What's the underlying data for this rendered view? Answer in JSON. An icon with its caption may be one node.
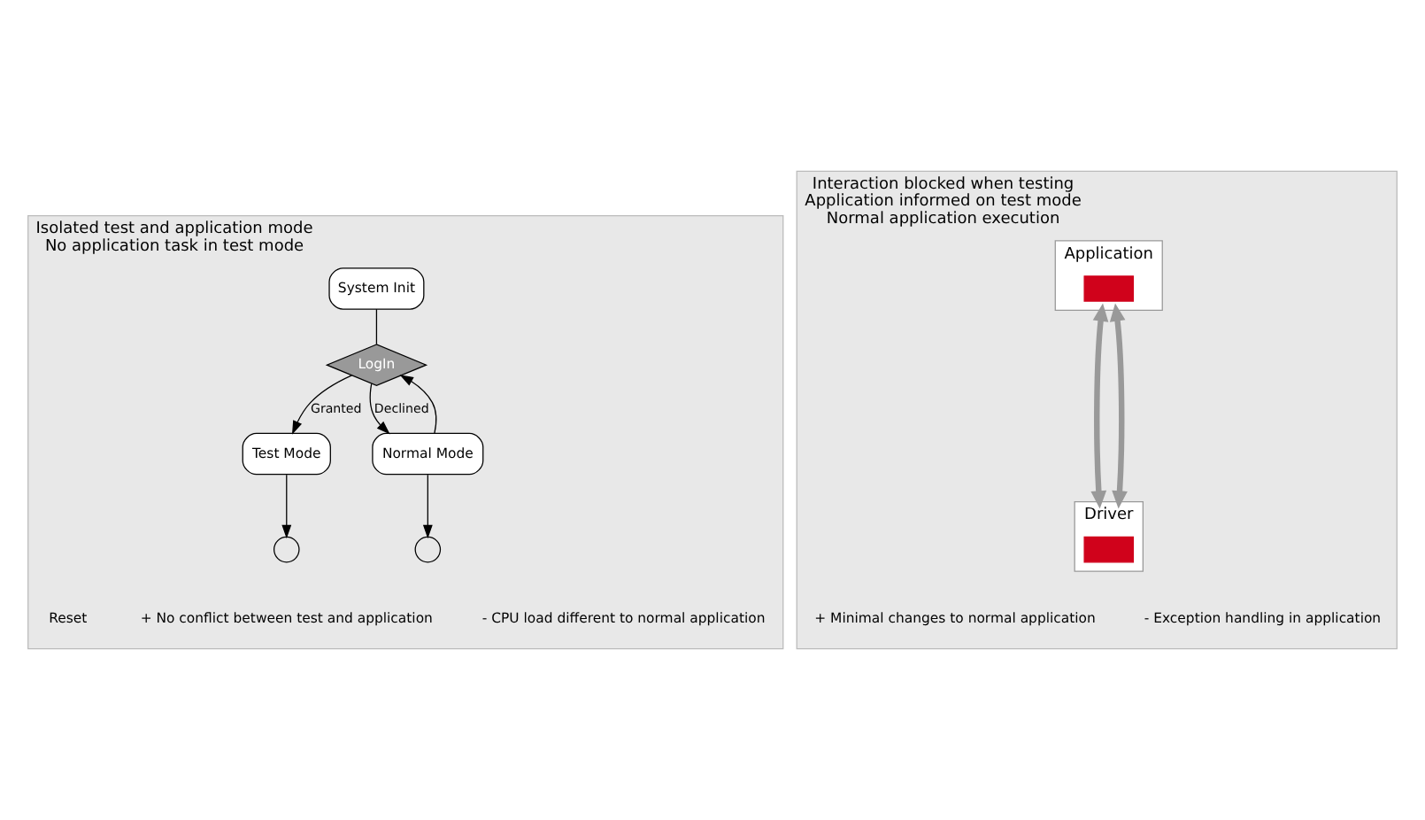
{
  "diagram": {
    "nodes": [
      {
        "text": [
          "Isolated test and application mode",
          "No application task in test mode"
        ]
      },
      {
        "text": [
          "System Init"
        ],
        "in": 0
      },
      {
        "text": [
          "LogIn"
        ],
        "in": 0
      },
      {
        "text": [
          "Test Mode"
        ],
        "in": 0
      },
      {
        "text": [
          "Normal Mode"
        ],
        "in": 0
      },
      {
        "text": [],
        "shape": "circle",
        "in": 0
      },
      {
        "text": [],
        "shape": "circle",
        "in": 0
      },
      {
        "text": [
          "Interaction blocked when testing",
          "Application informed on test mode",
          "Normal application execution"
        ]
      },
      {
        "text": [
          "Application"
        ],
        "in": 7
      },
      {
        "text": [
          "Driver"
        ],
        "in": 7
      },
      {
        "text": [],
        "shape": "box",
        "in": 8
      },
      {
        "text": [],
        "shape": "box",
        "in": 9
      }
    ],
    "edges": [
      {
        "from": 1,
        "to": 2,
        "arrow": "none"
      },
      {
        "from": 2,
        "to": 3,
        "arrow": "to",
        "label": "Granted"
      },
      {
        "from": 2,
        "to": 4,
        "arrow": "to",
        "label": "Declined"
      },
      {
        "from": 4,
        "to": 2,
        "arrow": "to"
      },
      {
        "from": 3,
        "to": 5,
        "arrow": "to"
      },
      {
        "from": 4,
        "to": 6,
        "arrow": "to"
      },
      {
        "from": 8,
        "to": 9,
        "arrow": "both",
        "style": "thick",
        "color": "#999999"
      },
      {
        "from": 8,
        "to": 9,
        "arrow": "both",
        "style": "thick",
        "color": "#999999"
      }
    ],
    "labels": [
      "Reset",
      "+ No conflict between test and application",
      "- CPU load different to normal application",
      "+ Minimal changes to normal application",
      "- Exception handling in application"
    ]
  }
}
